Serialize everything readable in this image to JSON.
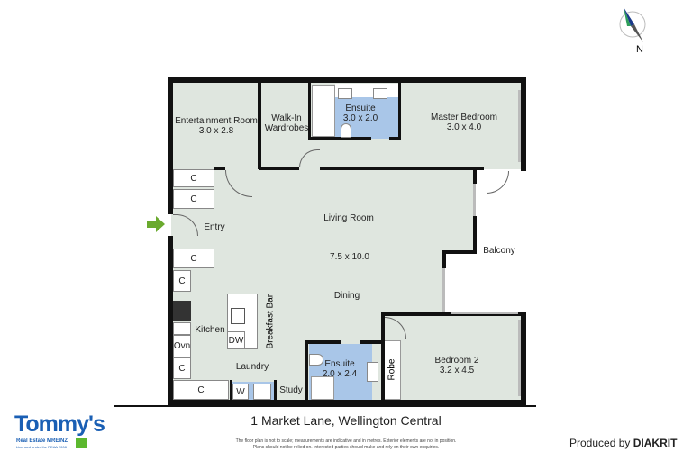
{
  "rooms": {
    "entertainment": {
      "name": "Entertainment Room",
      "size": "3.0 x 2.8"
    },
    "walk_in": {
      "name": "Walk-In\nWardrobes"
    },
    "ensuite1": {
      "name": "Ensuite",
      "size": "3.0 x 2.0"
    },
    "master": {
      "name": "Master Bedroom",
      "size": "3.0 x 4.0"
    },
    "entry": {
      "name": "Entry"
    },
    "living": {
      "name": "Living Room",
      "size": "7.5 x 10.0"
    },
    "dining": {
      "name": "Dining"
    },
    "balcony": {
      "name": "Balcony"
    },
    "kitchen": {
      "name": "Kitchen"
    },
    "breakfast_bar": {
      "name": "Breakfast Bar"
    },
    "laundry": {
      "name": "Laundry"
    },
    "study": {
      "name": "Study"
    },
    "ensuite2": {
      "name": "Ensuite",
      "size": "2.0 x 2.4"
    },
    "robe": {
      "name": "Robe"
    },
    "bedroom2": {
      "name": "Bedroom 2",
      "size": "3.2 x 4.5"
    }
  },
  "fixtures": {
    "cupboard": "C",
    "oven": "Ovn",
    "dishwasher": "DW",
    "washer": "W"
  },
  "address": "1 Market Lane, Wellington Central",
  "disclaimer": [
    "The floor plan is not to scale; measurements are indicative and in metres. Exterior elements are not in position.",
    "Plans should not be relied on. Interested parties should make and rely on their own enquiries."
  ],
  "produced_by": "Produced by",
  "producer": "DIAKRIT",
  "logo": {
    "name": "Tommy's",
    "tagline": "Real Estate MREINZ",
    "license": "Licensed under the REAA 2008"
  },
  "compass": {
    "label": "N"
  },
  "colors": {
    "room": "#dfe6df",
    "wet": "#a9c6e8",
    "logo": "#1a5fb4",
    "logo_accent": "#5cb82e",
    "entry_arrow": "#6aaa2e"
  }
}
